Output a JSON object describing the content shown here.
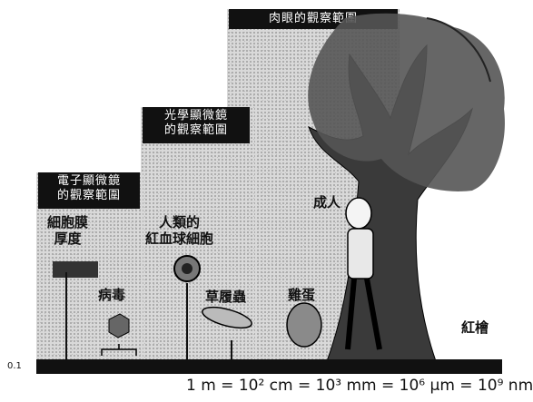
{
  "ranges": {
    "naked_eye": "肉眼的觀察範圍",
    "light_microscope_line1": "光學顯微鏡",
    "light_microscope_line2": "的觀察範圍",
    "electron_microscope_line1": "電子顯微鏡",
    "electron_microscope_line2": "的觀察範圍"
  },
  "items": {
    "membrane_line1": "細胞膜",
    "membrane_line2": "厚度",
    "virus": "病毒",
    "rbc_line1": "人類的",
    "rbc_line2": "紅血球細胞",
    "paramecium": "草履蟲",
    "egg": "雞蛋",
    "adult": "成人",
    "redwood": "紅檜"
  },
  "scale": {
    "start_label": "0.1",
    "formula": "1 m = 10² cm = 10³ mm = 10⁶ μm = 10⁹ nm"
  }
}
